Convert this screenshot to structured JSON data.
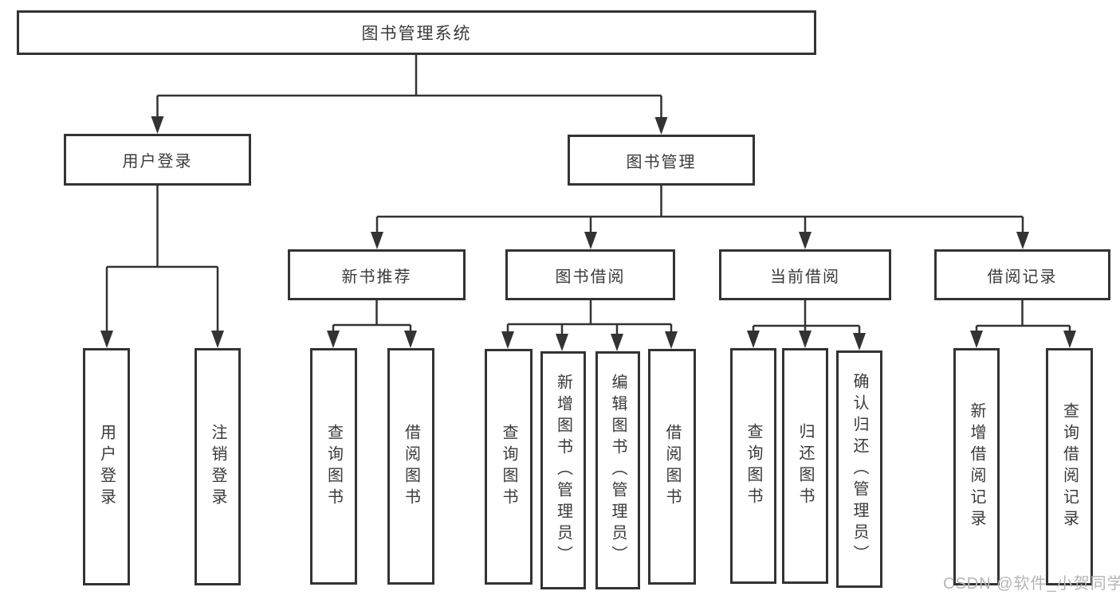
{
  "root": {
    "label": "图书管理系统"
  },
  "tree": {
    "user_login": {
      "label": "用户登录",
      "children": [
        {
          "label": "用户登录"
        },
        {
          "label": "注销登录"
        }
      ]
    },
    "book_management": {
      "label": "图书管理",
      "children": [
        {
          "label": "新书推荐",
          "children": [
            {
              "label": "查询图书"
            },
            {
              "label": "借阅图书"
            }
          ]
        },
        {
          "label": "图书借阅",
          "children": [
            {
              "label": "查询图书"
            },
            {
              "label": "新增图书（管理员）"
            },
            {
              "label": "编辑图书（管理员）"
            },
            {
              "label": "借阅图书"
            }
          ]
        },
        {
          "label": "当前借阅",
          "children": [
            {
              "label": "查询图书"
            },
            {
              "label": "归还图书"
            },
            {
              "label": "确认归还（管理员）"
            }
          ]
        },
        {
          "label": "借阅记录",
          "children": [
            {
              "label": "新增借阅记录"
            },
            {
              "label": "查询借阅记录"
            }
          ]
        }
      ]
    }
  },
  "watermark": {
    "text": "CSDN @软件_小贺同学"
  },
  "colors": {
    "line": "#333333",
    "box_border": "#333333",
    "text": "#3a3a3a",
    "watermark": "#b5b5b8",
    "background": "#ffffff"
  }
}
